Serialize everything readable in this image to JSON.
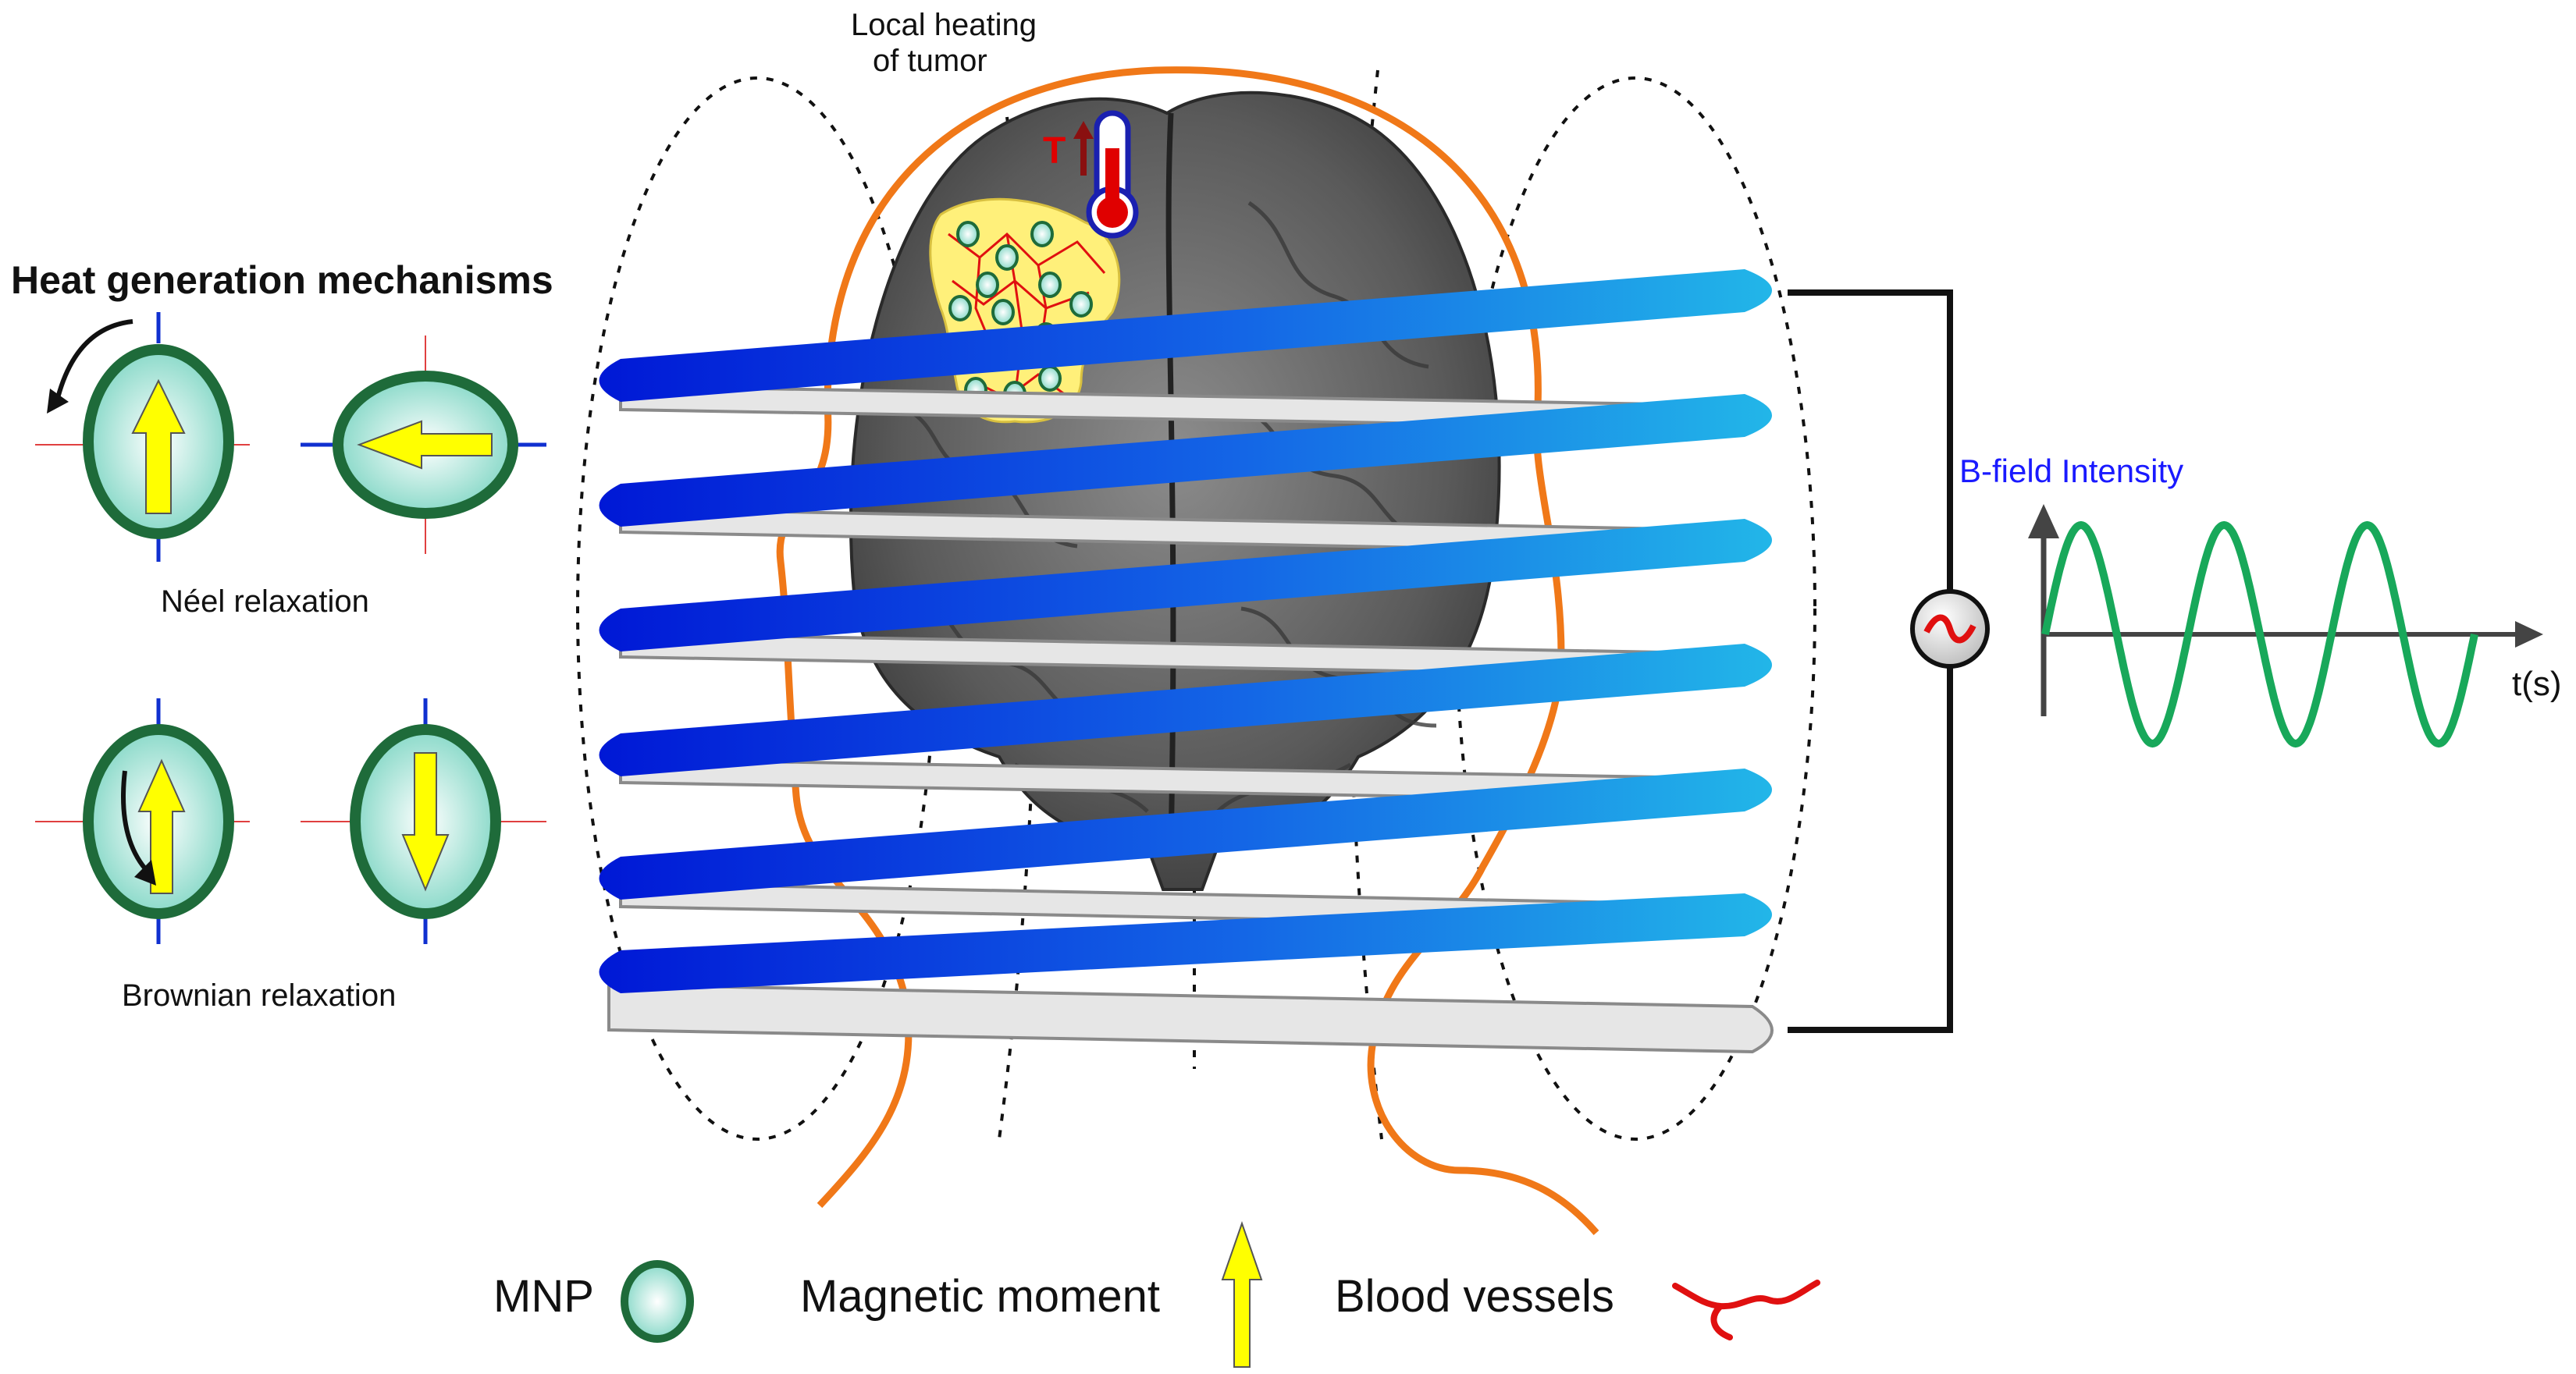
{
  "title": "Heat generation mechanisms",
  "mechanisms": {
    "neel_label": "Néel relaxation",
    "brownian_label": "Brownian relaxation"
  },
  "brain": {
    "local_heating_line1": "Local heating",
    "local_heating_line2": "of tumor",
    "temperature_symbol": "T"
  },
  "field_plot": {
    "ylabel": "B-field Intensity",
    "xlabel": "t(s)"
  },
  "legend": {
    "mnp": "MNP",
    "magnetic_moment": "Magnetic moment",
    "blood_vessels": "Blood vessels"
  },
  "colors": {
    "mnp_ring": "#1e6b3a",
    "arrow_fill": "#ffff00",
    "coil_dark": "#0018d6",
    "coil_light": "#22b6e8",
    "head_outline": "#f07818",
    "sine": "#18a85a",
    "vessel": "#e01010",
    "tumor": "#fff07a",
    "brain": "#6e6e6e"
  },
  "icons": [
    "mnp-icon",
    "magnetic-moment-arrow-icon",
    "blood-vessel-icon",
    "thermometer-icon",
    "ac-source-icon",
    "rotation-arrow-icon"
  ]
}
